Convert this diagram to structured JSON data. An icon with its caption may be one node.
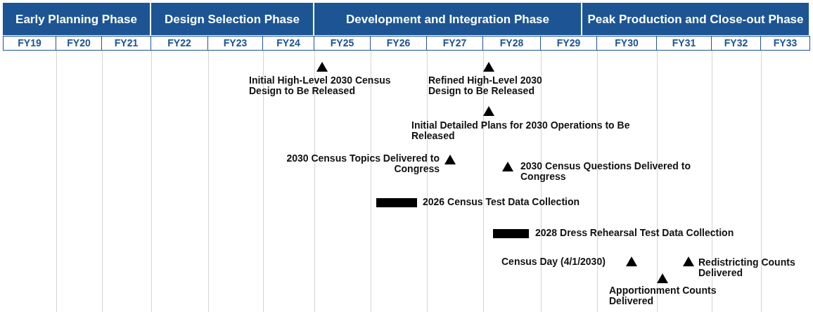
{
  "diagram": {
    "nodes": [
      {
        "text": [
          "Early Planning Phase"
        ]
      },
      {
        "text": [
          "Design Selection Phase"
        ]
      },
      {
        "text": [
          "Development and Integration Phase"
        ]
      },
      {
        "text": [
          "Peak Production and Close-out Phase"
        ]
      },
      {
        "text": [],
        "shape": "triangle",
        "beside": [
          "Initial High-Level 2030 Census Design to Be Released"
        ]
      },
      {
        "text": [],
        "shape": "triangle",
        "beside": [
          "Refined High-Level 2030 Design to Be Released"
        ]
      },
      {
        "text": [],
        "shape": "triangle",
        "beside": [
          "Initial Detailed Plans for 2030 Operations to Be Released"
        ]
      },
      {
        "text": [],
        "shape": "triangle",
        "beside": [
          "2030 Census Topics Delivered to Congress"
        ]
      },
      {
        "text": [],
        "shape": "triangle",
        "beside": [
          "2030 Census Questions Delivered to Congress"
        ]
      },
      {
        "text": [],
        "shape": "bar",
        "beside": [
          "2026 Census Test Data Collection"
        ]
      },
      {
        "text": [],
        "shape": "bar",
        "beside": [
          "2028 Dress Rehearsal Test Data Collection"
        ]
      },
      {
        "text": [],
        "shape": "triangle",
        "beside": [
          "Census Day (4/1/2030)"
        ]
      },
      {
        "text": [],
        "shape": "triangle",
        "beside": [
          "Apportionment Counts Delivered"
        ]
      },
      {
        "text": [],
        "shape": "triangle",
        "beside": [
          "Redistricting Counts Delivered"
        ]
      }
    ],
    "edges": [],
    "labels": [
      "FY19",
      "FY20",
      "FY21",
      "FY22",
      "FY23",
      "FY24",
      "FY25",
      "FY26",
      "FY27",
      "FY28",
      "FY29",
      "FY30",
      "FY31",
      "FY32",
      "FY33"
    ]
  }
}
